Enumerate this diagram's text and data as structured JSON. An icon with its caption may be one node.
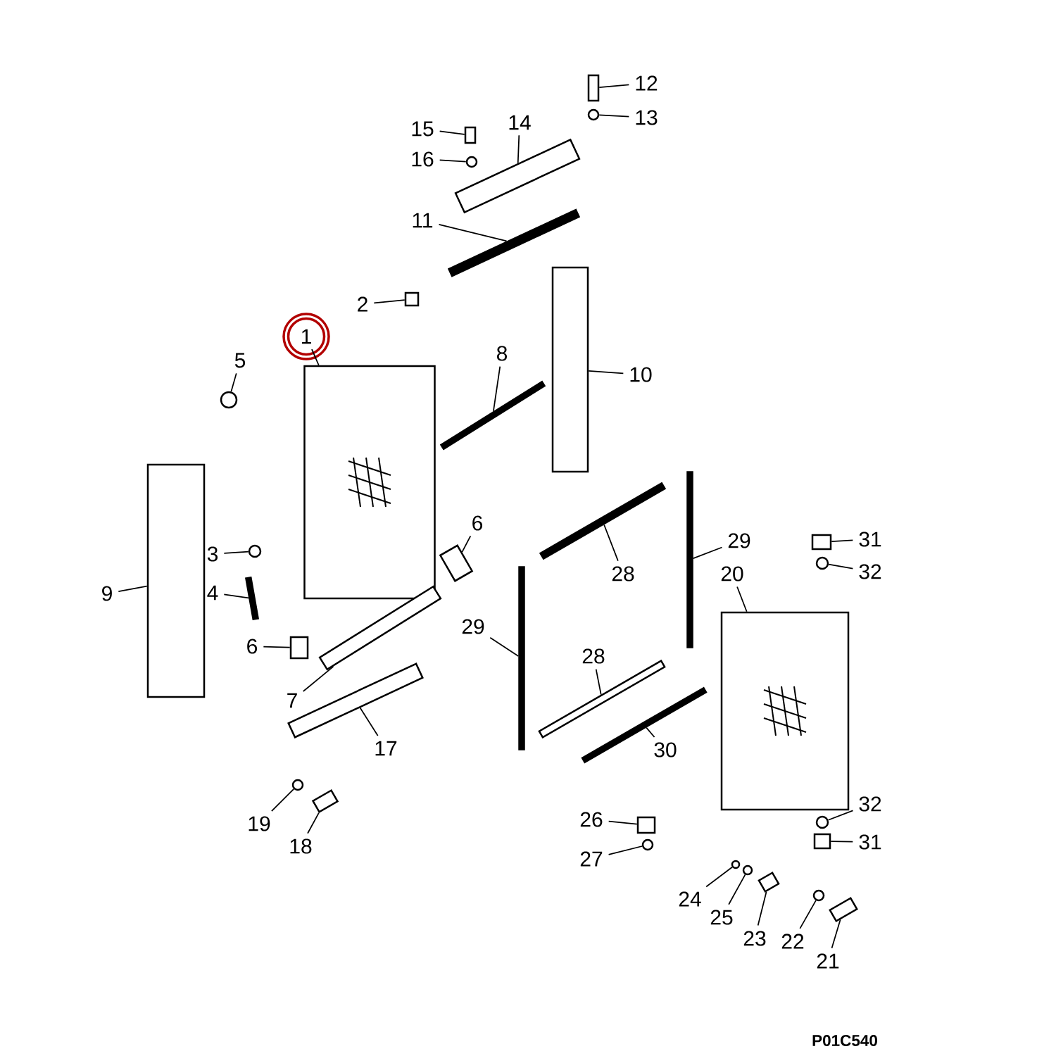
{
  "diagram": {
    "nodes": [
      {
        "text": [
          "1"
        ]
      },
      {
        "text": [],
        "shape": "box"
      },
      {
        "text": [
          "2"
        ]
      },
      {
        "text": [],
        "shape": "box"
      },
      {
        "text": [
          "3"
        ]
      },
      {
        "text": [],
        "shape": "circle"
      },
      {
        "text": [
          "4"
        ]
      },
      {
        "text": [],
        "shape": "bar"
      },
      {
        "text": [
          "5"
        ]
      },
      {
        "text": [],
        "shape": "circle"
      },
      {
        "text": [
          "6"
        ]
      },
      {
        "text": [],
        "shape": "box"
      },
      {
        "text": [
          "6"
        ]
      },
      {
        "text": [],
        "shape": "box"
      },
      {
        "text": [
          "7"
        ]
      },
      {
        "text": [],
        "shape": "box"
      },
      {
        "text": [
          "8"
        ]
      },
      {
        "text": [],
        "shape": "bar"
      },
      {
        "text": [
          "9"
        ]
      },
      {
        "text": [],
        "shape": "box"
      },
      {
        "text": [
          "10"
        ]
      },
      {
        "text": [],
        "shape": "box"
      },
      {
        "text": [
          "11"
        ]
      },
      {
        "text": [],
        "shape": "bar"
      },
      {
        "text": [
          "12"
        ]
      },
      {
        "text": [],
        "shape": "box"
      },
      {
        "text": [
          "13"
        ]
      },
      {
        "text": [],
        "shape": "circle"
      },
      {
        "text": [
          "14"
        ]
      },
      {
        "text": [],
        "shape": "box"
      },
      {
        "text": [
          "15"
        ]
      },
      {
        "text": [],
        "shape": "box"
      },
      {
        "text": [
          "16"
        ]
      },
      {
        "text": [],
        "shape": "circle"
      },
      {
        "text": [
          "17"
        ]
      },
      {
        "text": [],
        "shape": "box"
      },
      {
        "text": [
          "18"
        ]
      },
      {
        "text": [],
        "shape": "box"
      },
      {
        "text": [
          "19"
        ]
      },
      {
        "text": [],
        "shape": "circle"
      },
      {
        "text": [
          "20"
        ]
      },
      {
        "text": [],
        "shape": "box"
      },
      {
        "text": [
          "21"
        ]
      },
      {
        "text": [],
        "shape": "box"
      },
      {
        "text": [
          "22"
        ]
      },
      {
        "text": [],
        "shape": "circle"
      },
      {
        "text": [
          "23"
        ]
      },
      {
        "text": [],
        "shape": "box"
      },
      {
        "text": [
          "24"
        ]
      },
      {
        "text": [],
        "shape": "circle"
      },
      {
        "text": [
          "25"
        ]
      },
      {
        "text": [],
        "shape": "circle"
      },
      {
        "text": [
          "26"
        ]
      },
      {
        "text": [],
        "shape": "box"
      },
      {
        "text": [
          "27"
        ]
      },
      {
        "text": [],
        "shape": "circle"
      },
      {
        "text": [
          "28"
        ]
      },
      {
        "text": [],
        "shape": "bar"
      },
      {
        "text": [
          "28"
        ]
      },
      {
        "text": [],
        "shape": "box"
      },
      {
        "text": [
          "29"
        ]
      },
      {
        "text": [],
        "shape": "bar"
      },
      {
        "text": [
          "29"
        ]
      },
      {
        "text": [],
        "shape": "bar"
      },
      {
        "text": [
          "30"
        ]
      },
      {
        "text": [],
        "shape": "bar"
      },
      {
        "text": [
          "31"
        ]
      },
      {
        "text": [],
        "shape": "box"
      },
      {
        "text": [
          "32"
        ]
      },
      {
        "text": [],
        "shape": "circle"
      },
      {
        "text": [
          "32"
        ]
      },
      {
        "text": [],
        "shape": "circle"
      },
      {
        "text": [
          "31"
        ]
      },
      {
        "text": [],
        "shape": "box"
      }
    ],
    "edges": [
      {
        "from": 0,
        "to": 1,
        "arrow": "none"
      },
      {
        "from": 2,
        "to": 3,
        "arrow": "none"
      },
      {
        "from": 4,
        "to": 5,
        "arrow": "none"
      },
      {
        "from": 6,
        "to": 7,
        "arrow": "none"
      },
      {
        "from": 8,
        "to": 9,
        "arrow": "none"
      },
      {
        "from": 10,
        "to": 11,
        "arrow": "none"
      },
      {
        "from": 12,
        "to": 13,
        "arrow": "none"
      },
      {
        "from": 14,
        "to": 15,
        "arrow": "none"
      },
      {
        "from": 16,
        "to": 17,
        "arrow": "none"
      },
      {
        "from": 18,
        "to": 19,
        "arrow": "none"
      },
      {
        "from": 20,
        "to": 21,
        "arrow": "none"
      },
      {
        "from": 22,
        "to": 23,
        "arrow": "none"
      },
      {
        "from": 24,
        "to": 25,
        "arrow": "none"
      },
      {
        "from": 26,
        "to": 27,
        "arrow": "none"
      },
      {
        "from": 28,
        "to": 29,
        "arrow": "none"
      },
      {
        "from": 30,
        "to": 31,
        "arrow": "none"
      },
      {
        "from": 32,
        "to": 33,
        "arrow": "none"
      },
      {
        "from": 34,
        "to": 35,
        "arrow": "none"
      },
      {
        "from": 36,
        "to": 37,
        "arrow": "none"
      },
      {
        "from": 38,
        "to": 39,
        "arrow": "none"
      },
      {
        "from": 40,
        "to": 41,
        "arrow": "none"
      },
      {
        "from": 42,
        "to": 43,
        "arrow": "none"
      },
      {
        "from": 44,
        "to": 45,
        "arrow": "none"
      },
      {
        "from": 46,
        "to": 47,
        "arrow": "none"
      },
      {
        "from": 48,
        "to": 49,
        "arrow": "none"
      },
      {
        "from": 50,
        "to": 51,
        "arrow": "none"
      },
      {
        "from": 52,
        "to": 53,
        "arrow": "none"
      },
      {
        "from": 54,
        "to": 55,
        "arrow": "none"
      },
      {
        "from": 56,
        "to": 57,
        "arrow": "none"
      },
      {
        "from": 58,
        "to": 59,
        "arrow": "none"
      },
      {
        "from": 60,
        "to": 61,
        "arrow": "none"
      },
      {
        "from": 62,
        "to": 63,
        "arrow": "none"
      },
      {
        "from": 64,
        "to": 65,
        "arrow": "none"
      },
      {
        "from": 66,
        "to": 67,
        "arrow": "none"
      },
      {
        "from": 68,
        "to": 69,
        "arrow": "none"
      },
      {
        "from": 70,
        "to": 71,
        "arrow": "none"
      },
      {
        "from": 72,
        "to": 73,
        "arrow": "none"
      }
    ],
    "labels": [
      "P01C540"
    ]
  }
}
